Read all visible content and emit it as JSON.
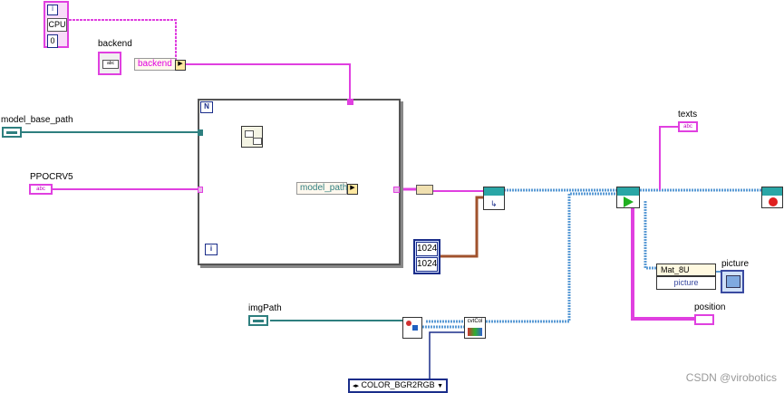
{
  "top_cluster": {
    "values": [
      "CPU",
      "0"
    ]
  },
  "labels": {
    "backend": "backend",
    "model_base_path": "model_base_path",
    "ppocrv5": "PPOCRV5",
    "imgpath": "imgPath",
    "texts": "texts",
    "picture": "picture",
    "position": "position"
  },
  "constants": {
    "backend_const": "backend",
    "model_path_bundle": "model_path",
    "num_1": "1024",
    "num_2": "1024",
    "color_ring": "COLOR_BGR2RGB",
    "mat_type": "Mat_8U",
    "picture_out": "picture",
    "cvtcolor_head": "cvtCol"
  },
  "loop": {
    "n_terminal": "N",
    "i_terminal": "i"
  },
  "icons": {
    "path_control": "path-control-icon",
    "string_control": "string-control-icon",
    "run_icon": "play-icon",
    "stop_icon": "stop-icon"
  },
  "watermark": "CSDN @virobotics",
  "colors": {
    "pink_wire": "#e040e0",
    "teal_wire": "#2e7f7f",
    "blue_wire": "#5b9bd5",
    "brown_wire": "#a0522d"
  }
}
